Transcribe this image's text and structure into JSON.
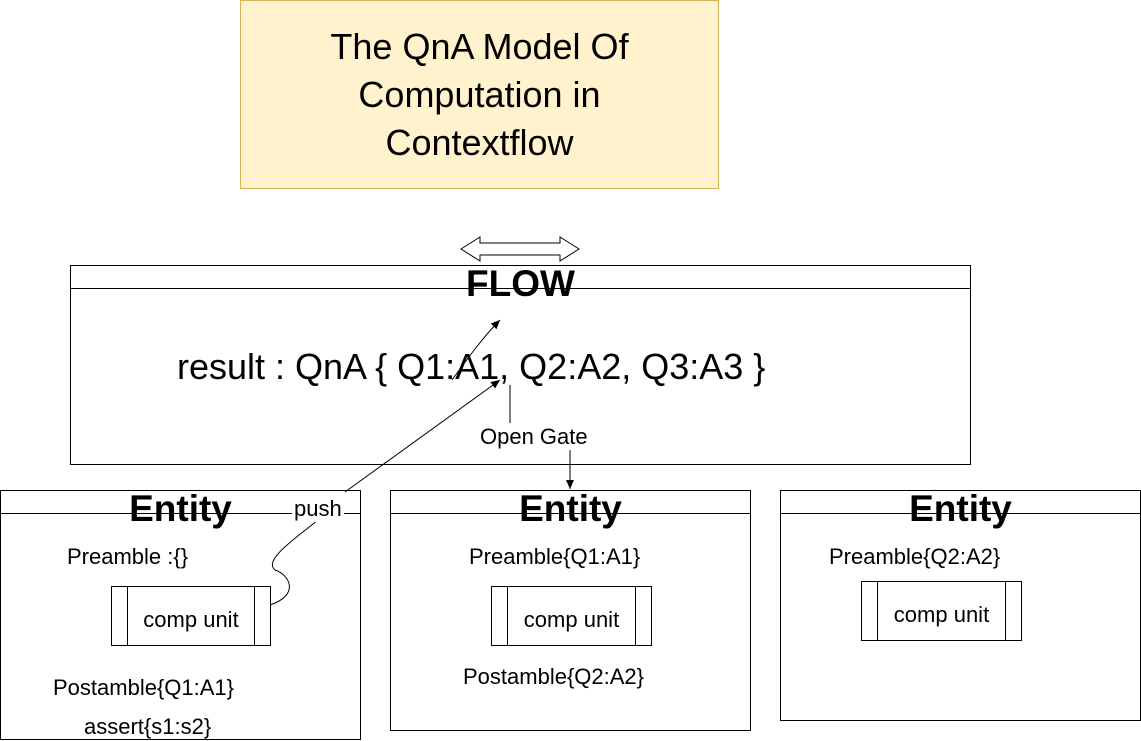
{
  "title": "The QnA Model Of\nComputation in\nContextflow",
  "flow": {
    "header": "FLOW",
    "result": "result : QnA { Q1:A1, Q2:A2, Q3:A3 }"
  },
  "edges": {
    "open_gate": "Open Gate",
    "push": "push"
  },
  "entities": [
    {
      "header": "Entity",
      "preamble": "Preamble :{}",
      "unit": "comp unit",
      "postamble": "Postamble{Q1:A1}",
      "assert": "assert{s1:s2}"
    },
    {
      "header": "Entity",
      "preamble": "Preamble{Q1:A1}",
      "unit": "comp unit",
      "postamble": "Postamble{Q2:A2}"
    },
    {
      "header": "Entity",
      "preamble": "Preamble{Q2:A2}",
      "unit": "comp unit"
    }
  ]
}
